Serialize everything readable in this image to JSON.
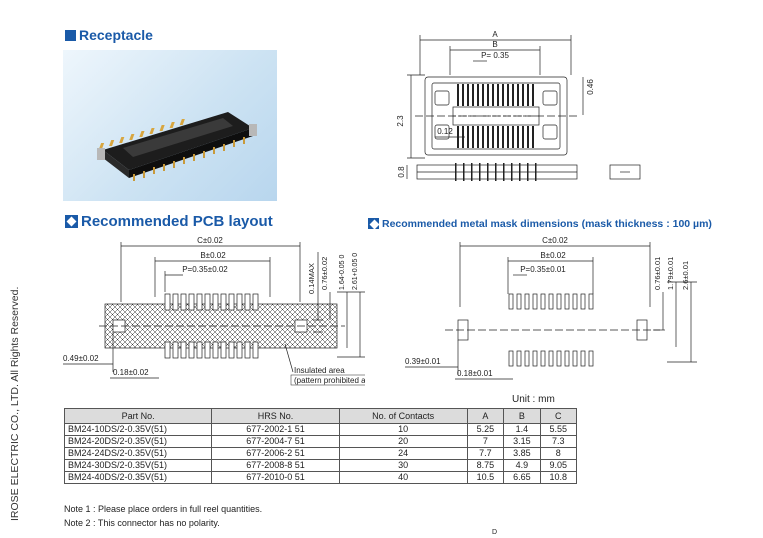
{
  "copyright": "IROSE ELECTRIC CO., LTD. All Rights Reserved.",
  "sections": {
    "receptacle": "Receptacle",
    "pcb_layout": "Recommended PCB layout",
    "metal_mask": "Recommended metal mask dimensions (mask thickness : 100 µm)"
  },
  "top_drawing": {
    "dim_a": "A",
    "dim_b": "B",
    "dim_p": "P= 0.35",
    "dim_height": "2.3",
    "dim_046": "0.46",
    "dim_012": "0.12",
    "dim_08": "0.8"
  },
  "pcb_drawing": {
    "dim_c": "C±0.02",
    "dim_b": "B±0.02",
    "dim_p": "P=0.35±0.02",
    "dim_014max": "0.14MAX",
    "dim_076": "0.76±0.02",
    "dim_164": "1.64-0.05 0",
    "dim_261": "2.61+0.05 0",
    "dim_049": "0.49±0.02",
    "dim_018": "0.18±0.02",
    "insulated_1": "Insulated area",
    "insulated_2": "(pattern prohibited area)"
  },
  "mask_drawing": {
    "dim_c": "C±0.02",
    "dim_b": "B±0.02",
    "dim_p": "P=0.35±0.01",
    "dim_076": "0.76±0.01",
    "dim_179": "1.79±0.01",
    "dim_26": "2.6±0.01",
    "dim_039": "0.39±0.01",
    "dim_018": "0.18±0.01"
  },
  "unit": "Unit : mm",
  "table": {
    "headers": [
      "Part No.",
      "HRS No.",
      "No. of Contacts",
      "A",
      "B",
      "C"
    ],
    "rows": [
      [
        "BM24-10DS/2-0.35V(51)",
        "677-2002-1 51",
        "10",
        "5.25",
        "1.4",
        "5.55"
      ],
      [
        "BM24-20DS/2-0.35V(51)",
        "677-2004-7 51",
        "20",
        "7",
        "3.15",
        "7.3"
      ],
      [
        "BM24-24DS/2-0.35V(51)",
        "677-2006-2 51",
        "24",
        "7.7",
        "3.85",
        "8"
      ],
      [
        "BM24-30DS/2-0.35V(51)",
        "677-2008-8 51",
        "30",
        "8.75",
        "4.9",
        "9.05"
      ],
      [
        "BM24-40DS/2-0.35V(51)",
        "677-2010-0 51",
        "40",
        "10.5",
        "6.65",
        "10.8"
      ]
    ]
  },
  "notes": [
    "Note 1 : Please place orders in full reel quantities.",
    "Note 2 : This connector has no polarity."
  ],
  "page_mark": "D"
}
